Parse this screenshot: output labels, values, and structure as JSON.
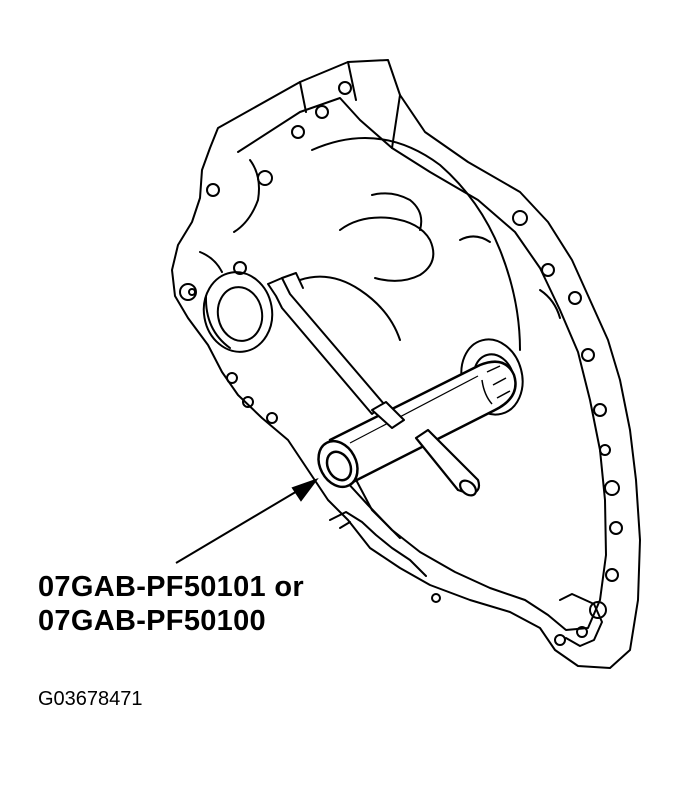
{
  "diagram": {
    "part_numbers": [
      "07GAB-PF50101 or",
      "07GAB-PF50100"
    ],
    "figure_id": "G03678471"
  },
  "colors": {
    "line": "#000000",
    "background": "#ffffff"
  }
}
